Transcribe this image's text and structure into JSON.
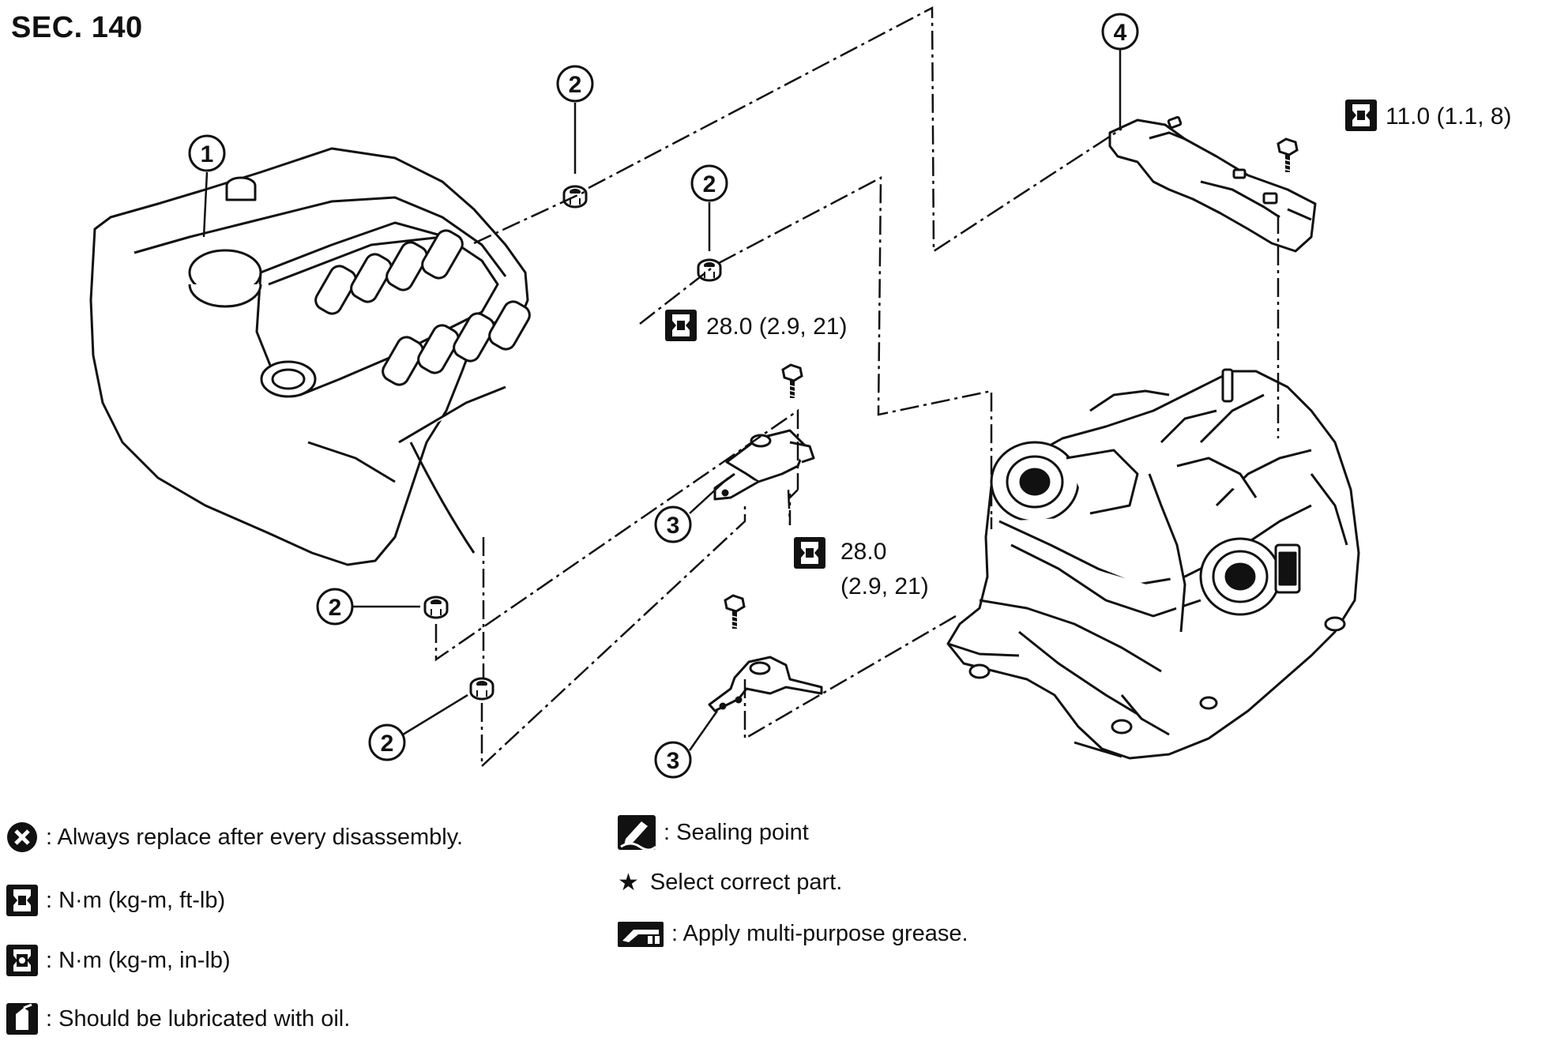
{
  "section": "SEC. 140",
  "callouts": {
    "c1": "1",
    "c2a": "2",
    "c2b": "2",
    "c2c": "2",
    "c2d": "2",
    "c3a": "3",
    "c3b": "3",
    "c4": "4"
  },
  "torque": {
    "t_top_right": "11.0 (1.1, 8)",
    "t_mid": "28.0 (2.9, 21)",
    "t_lower_line1": "28.0",
    "t_lower_line2": "(2.9, 21)"
  },
  "legend": {
    "replace": ": Always replace after every disassembly.",
    "nm_ftlb": ": N·m (kg-m, ft-lb)",
    "nm_inlb": ": N·m (kg-m, in-lb)",
    "oil": ": Should be lubricated with oil.",
    "sealing": ": Sealing point",
    "select": "Select correct part.",
    "grease": ": Apply multi-purpose grease."
  }
}
